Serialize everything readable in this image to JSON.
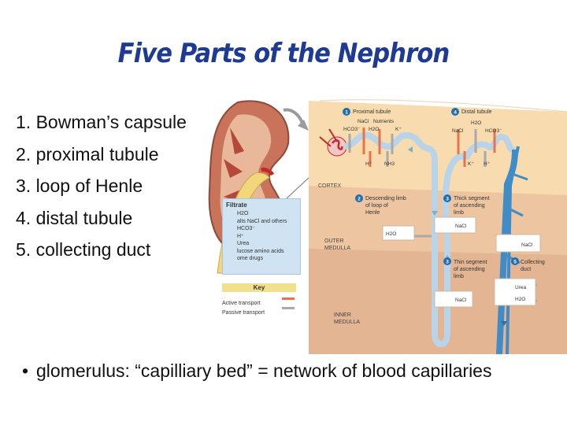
{
  "title": "Five Parts of the Nephron",
  "list": [
    "1. Bowman’s capsule",
    "2. proximal tubule",
    "3. loop of Henle",
    "4. distal tubule",
    "5. collecting duct"
  ],
  "bullet": {
    "marker": "•",
    "text": "glomerulus: “capilliary bed” = network of blood capillaries"
  },
  "diagram": {
    "regions": {
      "cortex": "CORTEX",
      "outer_medulla": [
        "OUTER",
        "MEDULLA"
      ],
      "inner_medulla": [
        "INNER",
        "MEDULLA"
      ]
    },
    "sections": [
      {
        "num": "1",
        "label": "Proximal tubule"
      },
      {
        "num": "4",
        "label": "Distal tubule"
      },
      {
        "num": "2",
        "label": [
          "Descending limb",
          "of loop of",
          "Henle"
        ]
      },
      {
        "num": "3",
        "label": [
          "Thick segment",
          "of ascending",
          "limb"
        ]
      },
      {
        "num": "3",
        "label": [
          "Thin segment",
          "of ascending",
          "limb"
        ]
      },
      {
        "num": "5",
        "label": [
          "Collecting",
          "duct"
        ]
      }
    ],
    "substances": {
      "hco3": "HCO3⁻",
      "nacl": "NaCl",
      "nutrients": "Nutrients",
      "h2o": "H2O",
      "k": "K⁺",
      "h": "H⁺",
      "nh3": "NH3",
      "urea": "Urea"
    },
    "filtrate": {
      "title": "Filtrate",
      "items": [
        "H2O",
        "alts NaCl and others",
        "HCO3⁻",
        "H⁺",
        "Urea",
        "lucose  amino acids",
        "ome drugs"
      ]
    },
    "key": {
      "title": "Key",
      "items": [
        "Active transport",
        "Passive transport"
      ]
    },
    "colors": {
      "cortex": "#f8dcb0",
      "outer_medulla": "#edc5a0",
      "inner_medulla": "#e3b593",
      "tubule": "#b9d3e8",
      "duct": "#3f8cc6",
      "active": "#e8734a",
      "passive": "#a8a8ad",
      "vessel": "#c62828",
      "number_badge": "#1f6eb5"
    }
  }
}
